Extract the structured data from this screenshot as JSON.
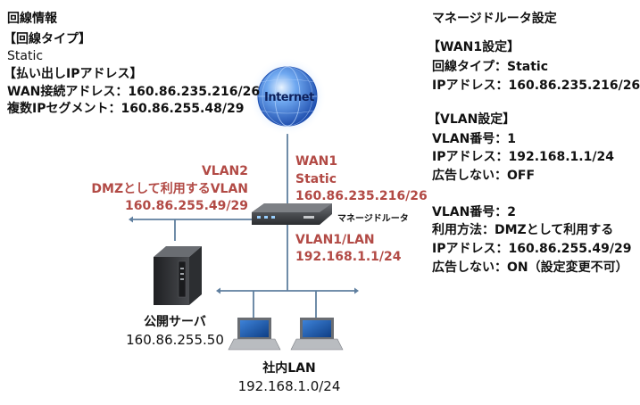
{
  "line_info": {
    "heading": "回線情報",
    "type_label": "【回線タイプ】",
    "type_value": "Static",
    "ip_label": "【払い出しIPアドレス】",
    "wan_address": "WAN接続アドレス：160.86.235.216/26",
    "multi_segment": "複数IPセグメント：160.86.255.48/29"
  },
  "router_settings": {
    "heading": "マネージドルータ設定",
    "wan1_label": "【WAN1設定】",
    "wan1_type": "回線タイプ：Static",
    "wan1_ip": "IPアドレス：160.86.235.216/26",
    "vlan_label": "【VLAN設定】",
    "vlan1_number": "VLAN番号：1",
    "vlan1_ip": "IPアドレス：192.168.1.1/24",
    "vlan1_adv": "広告しない：OFF",
    "vlan2_number": "VLAN番号：2",
    "vlan2_usage": "利用方法：DMZとして利用する",
    "vlan2_ip": "IPアドレス：160.86.255.49/29",
    "vlan2_adv": "広告しない：ON（設定変更不可）"
  },
  "diagram": {
    "internet_label": "Internet",
    "wan1": {
      "name": "WAN1",
      "type": "Static",
      "address": "160.86.235.216/26"
    },
    "vlan2": {
      "name": "VLAN2",
      "usage": "DMZとして利用するVLAN",
      "address": "160.86.255.49/29"
    },
    "vlan1": {
      "name": "VLAN1/LAN",
      "address": "192.168.1.1/24"
    },
    "router_label": "マネージドルータ",
    "server": {
      "name": "公開サーバ",
      "address": "160.86.255.50"
    },
    "lan": {
      "name": "社内LAN",
      "address": "192.168.1.0/24"
    }
  },
  "colors": {
    "accent_red": "#b24a45",
    "network_line": "#5f7f9f",
    "globe": "#2f6fd6"
  }
}
